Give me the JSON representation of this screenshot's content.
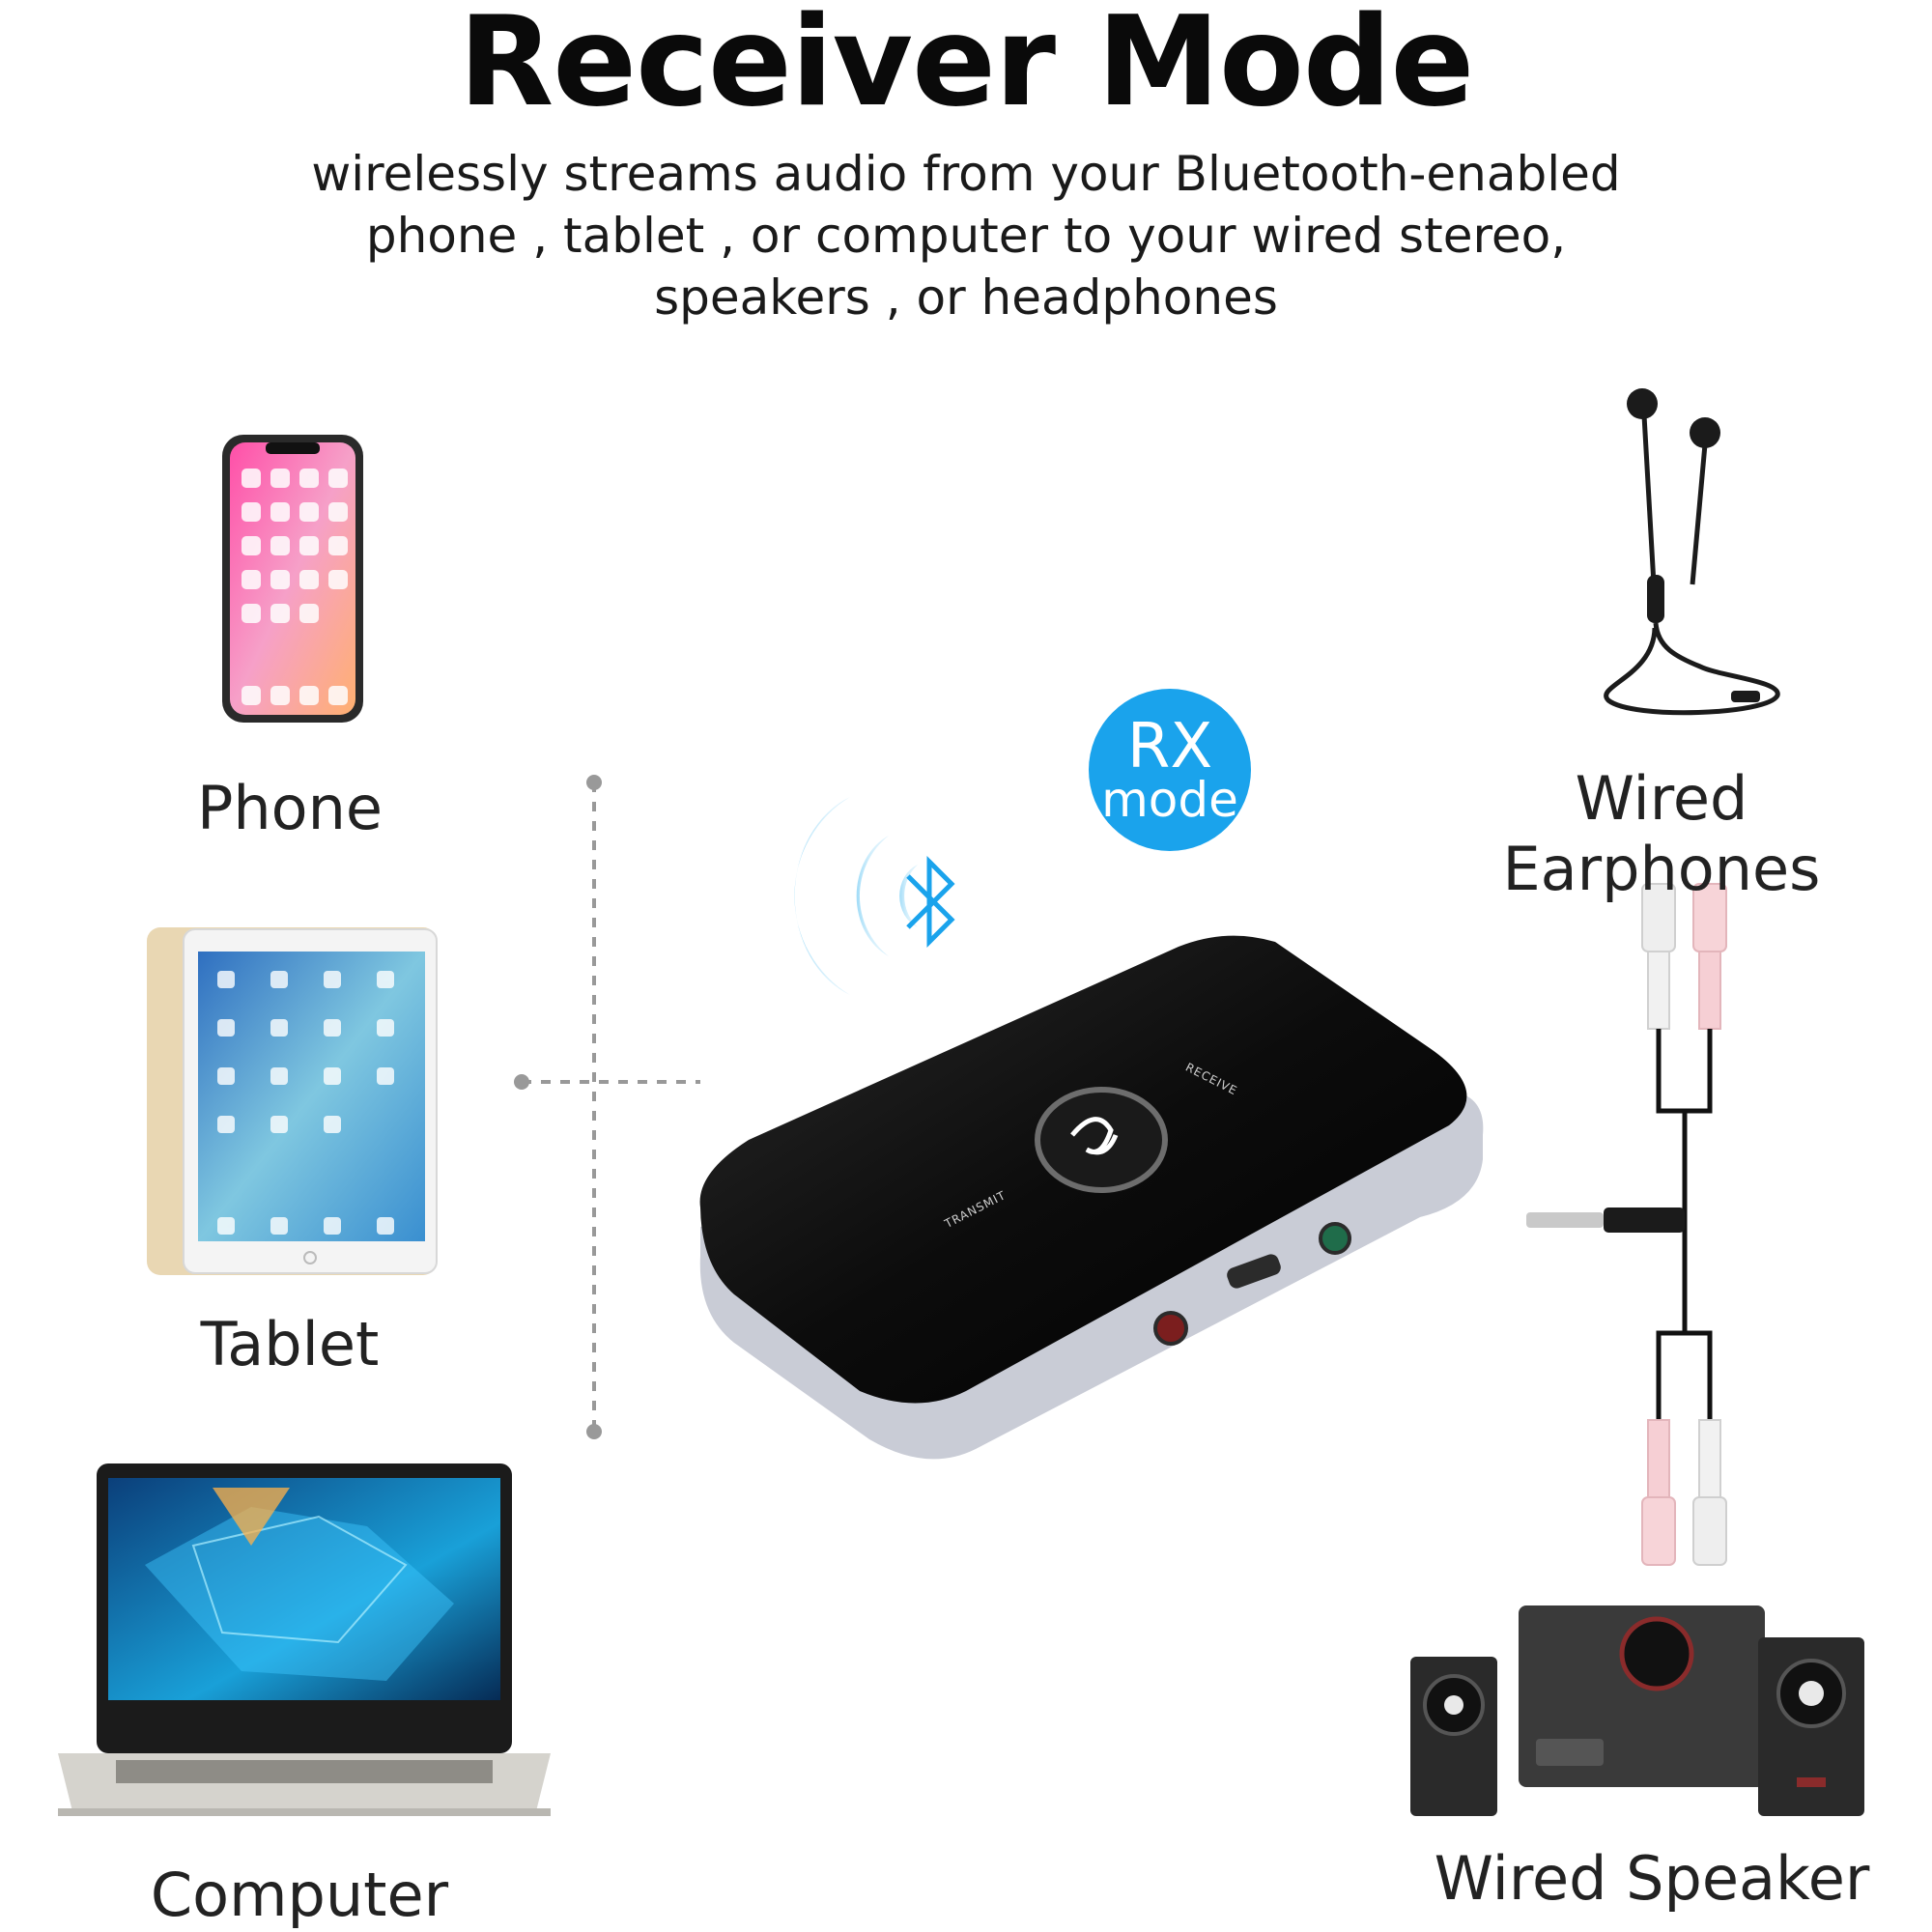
{
  "title": "Receiver Mode",
  "subtitle": {
    "line1": "wirelessly streams audio from your Bluetooth-enabled",
    "line2": "phone , tablet , or computer to your wired stereo,",
    "line3": "speakers , or headphones"
  },
  "sources": {
    "phone": "Phone",
    "tablet": "Tablet",
    "computer": "Computer"
  },
  "outputs": {
    "earphones": "Wired Earphones",
    "speaker": "Wired Speaker"
  },
  "badge": {
    "line1": "RX",
    "line2": "mode"
  },
  "device": {
    "receive_label": "RECEIVE",
    "transmit_label": "TRANSMIT"
  },
  "icons": [
    "bluetooth-icon",
    "signal-waves-icon",
    "phone-icon",
    "tablet-icon",
    "laptop-icon",
    "earphones-icon",
    "rca-cable-icon",
    "speaker-icon"
  ],
  "colors": {
    "badge": "#1aa3ec",
    "bluetooth": "#1aa3ec",
    "device_top": "#0c0c0c",
    "device_rim": "#c9ccd6"
  }
}
